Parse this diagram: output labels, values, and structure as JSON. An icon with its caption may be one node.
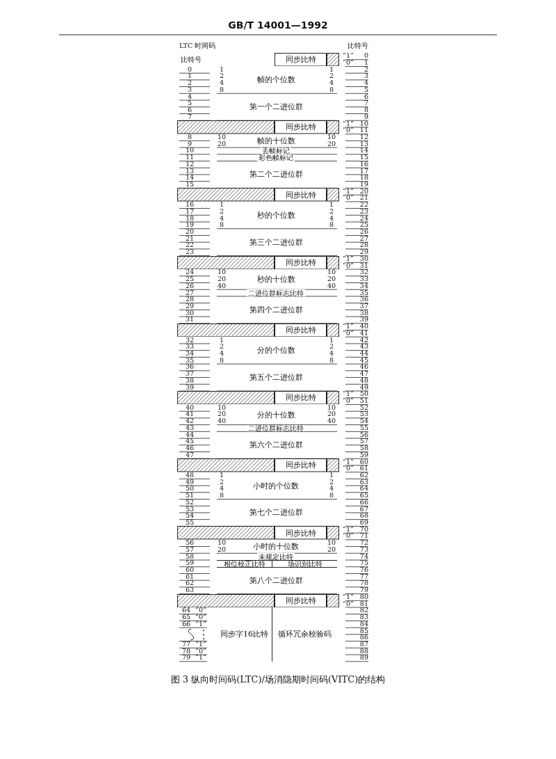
{
  "diagram": {
    "caption": "图 3 纵向时间码(LTC)/场消隐期时间码(VITC)的结构",
    "nodes": [
      {
        "text": [
          "同步比特"
        ]
      },
      {
        "text": [
          "帧的个位数"
        ]
      },
      {
        "text": [
          "第一个二进位群"
        ]
      },
      {
        "text": [
          "同步比特"
        ]
      },
      {
        "text": [
          "帧的十位数"
        ]
      },
      {
        "text": [
          "丢帧标记"
        ]
      },
      {
        "text": [
          "彩色帧标记"
        ]
      },
      {
        "text": [
          "第二个二进位群"
        ]
      },
      {
        "text": [
          "同步比特"
        ]
      },
      {
        "text": [
          "秒的个位数"
        ]
      },
      {
        "text": [
          "第三个二进位群"
        ]
      },
      {
        "text": [
          "同步比特"
        ]
      },
      {
        "text": [
          "秒的十位数"
        ]
      },
      {
        "text": [
          "二进位群标志比特"
        ]
      },
      {
        "text": [
          "第四个二进位群"
        ]
      },
      {
        "text": [
          "同步比特"
        ]
      },
      {
        "text": [
          "分的个位数"
        ]
      },
      {
        "text": [
          "第五个二进位群"
        ]
      },
      {
        "text": [
          "同步比特"
        ]
      },
      {
        "text": [
          "分的十位数"
        ]
      },
      {
        "text": [
          "二进位群标志比特"
        ]
      },
      {
        "text": [
          "第六个二进位群"
        ]
      },
      {
        "text": [
          "同步比特"
        ]
      },
      {
        "text": [
          "小时的个位数"
        ]
      },
      {
        "text": [
          "第七个二进位群"
        ]
      },
      {
        "text": [
          "同步比特"
        ]
      },
      {
        "text": [
          "小时的十位数"
        ]
      },
      {
        "text": [
          "未规定比特"
        ]
      },
      {
        "text": [
          "相位校正比特"
        ]
      },
      {
        "text": [
          "场识别比特"
        ]
      },
      {
        "text": [
          "第八个二进位群"
        ]
      },
      {
        "text": [
          "同步比特"
        ]
      },
      {
        "text": [
          "同步字16比特"
        ]
      },
      {
        "text": [
          "循环冗余校验码"
        ]
      }
    ],
    "labels": [
      "GB/T 14001—1992",
      "LTC 时间码",
      "比特号",
      "比特号",
      "“1”",
      "0",
      "“0”",
      "1",
      "0",
      "1",
      "1",
      "2",
      "1",
      "2",
      "2",
      "3",
      "2",
      "4",
      "4",
      "4",
      "3",
      "8",
      "8",
      "5",
      "4",
      "6",
      "5",
      "7",
      "6",
      "8",
      "7",
      "9",
      "“1”",
      "10",
      "“0”",
      "11",
      "8",
      "10",
      "10",
      "12",
      "9",
      "20",
      "20",
      "13",
      "10",
      "14",
      "11",
      "15",
      "12",
      "16",
      "13",
      "17",
      "14",
      "18",
      "15",
      "19",
      "“1”",
      "20",
      "“0”",
      "21",
      "16",
      "1",
      "1",
      "22",
      "17",
      "2",
      "2",
      "23",
      "18",
      "4",
      "4",
      "24",
      "19",
      "8",
      "8",
      "25",
      "20",
      "26",
      "21",
      "27",
      "22",
      "28",
      "23",
      "29",
      "“1”",
      "30",
      "“0”",
      "31",
      "24",
      "10",
      "10",
      "32",
      "25",
      "20",
      "20",
      "33",
      "26",
      "40",
      "40",
      "34",
      "27",
      "35",
      "28",
      "36",
      "29",
      "37",
      "30",
      "38",
      "31",
      "39",
      "“1”",
      "40",
      "“0”",
      "41",
      "32",
      "1",
      "1",
      "42",
      "33",
      "2",
      "2",
      "43",
      "34",
      "4",
      "4",
      "44",
      "35",
      "8",
      "8",
      "45",
      "36",
      "46",
      "37",
      "47",
      "38",
      "48",
      "39",
      "49",
      "“1”",
      "50",
      "“0”",
      "51",
      "40",
      "10",
      "10",
      "52",
      "41",
      "20",
      "20",
      "53",
      "42",
      "40",
      "40",
      "54",
      "43",
      "55",
      "44",
      "56",
      "45",
      "57",
      "46",
      "58",
      "47",
      "59",
      "“1”",
      "60",
      "“0”",
      "61",
      "48",
      "1",
      "1",
      "62",
      "49",
      "2",
      "2",
      "63",
      "50",
      "4",
      "4",
      "64",
      "51",
      "8",
      "8",
      "65",
      "52",
      "66",
      "53",
      "67",
      "54",
      "68",
      "55",
      "69",
      "“1”",
      "70",
      "“0”",
      "71",
      "56",
      "10",
      "10",
      "72",
      "57",
      "20",
      "20",
      "73",
      "58",
      "74",
      "59",
      "75",
      "60",
      "76",
      "61",
      "77",
      "62",
      "78",
      "63",
      "79",
      "“1”",
      "80",
      "“0”",
      "81",
      "64",
      "“0”",
      "82",
      "65",
      "“0”",
      "83",
      "66",
      "“1”",
      "84",
      "85",
      "86",
      "77",
      "“1”",
      "87",
      "78",
      "“0”",
      "88",
      "79",
      "“1”",
      "89"
    ]
  }
}
